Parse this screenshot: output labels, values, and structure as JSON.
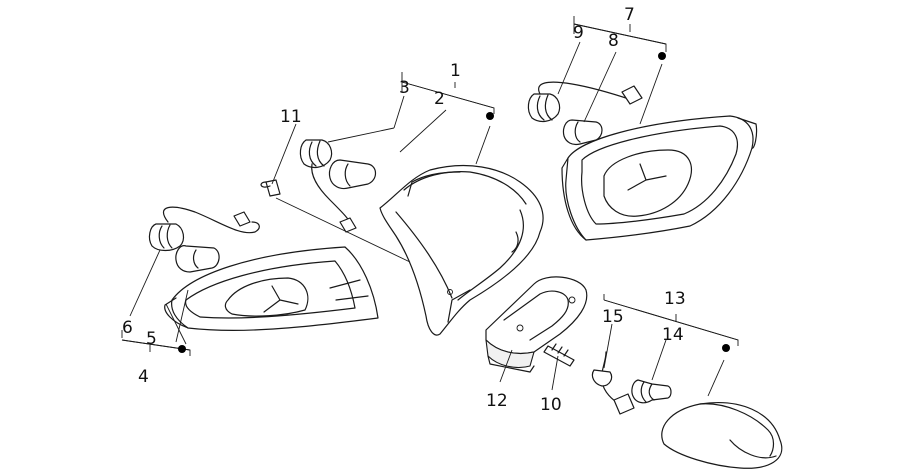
{
  "callouts": [
    {
      "id": "label-1",
      "text": "1"
    },
    {
      "id": "label-2",
      "text": "2"
    },
    {
      "id": "label-3",
      "text": "3"
    },
    {
      "id": "label-4",
      "text": "4"
    },
    {
      "id": "label-5",
      "text": "5"
    },
    {
      "id": "label-6",
      "text": "6"
    },
    {
      "id": "label-7",
      "text": "7"
    },
    {
      "id": "label-8",
      "text": "8"
    },
    {
      "id": "label-9",
      "text": "9"
    },
    {
      "id": "label-10",
      "text": "10"
    },
    {
      "id": "label-11",
      "text": "11"
    },
    {
      "id": "label-12",
      "text": "12"
    },
    {
      "id": "label-13",
      "text": "13"
    },
    {
      "id": "label-14",
      "text": "14"
    },
    {
      "id": "label-15",
      "text": "15"
    }
  ]
}
